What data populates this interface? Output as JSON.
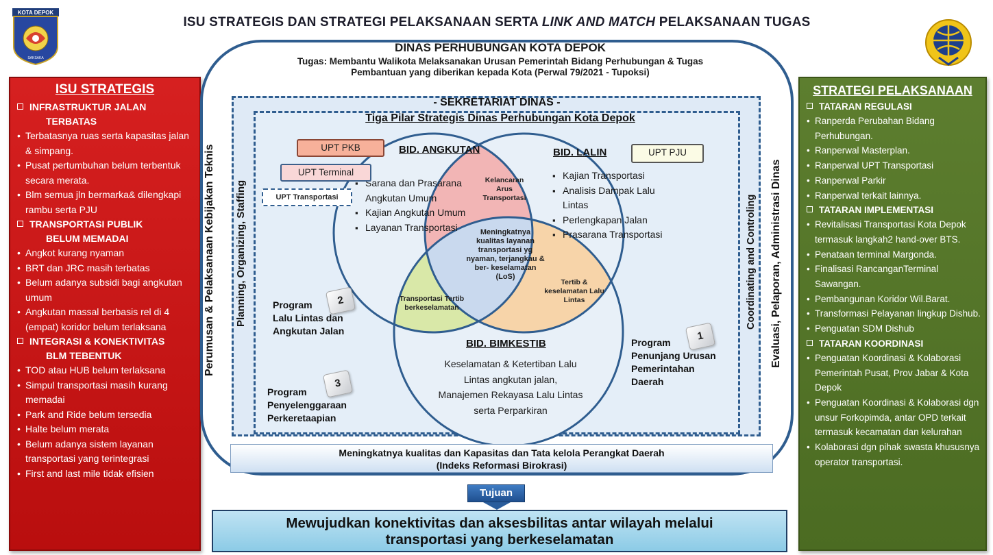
{
  "header": {
    "title_part1": "ISU STRATEGIS DAN STRATEGI PELAKSANAAN SERTA ",
    "title_italic": "LINK AND MATCH",
    "title_part2": " PELAKSANAAN TUGAS",
    "logo_left_text": "KOTA DEPOK",
    "logo_left_motto": "SAKSAKA"
  },
  "isu": {
    "title": "ISU STRATEGIS",
    "sections": [
      {
        "head": "INFRASTRUKTUR JALAN",
        "head2": "TERBATAS",
        "items": [
          "Terbatasnya ruas serta kapasitas jalan & simpang.",
          "Pusat pertumbuhan belum terbentuk secara merata.",
          "Blm semua jln bermarka& dilengkapi rambu serta PJU"
        ]
      },
      {
        "head": "TRANSPORTASI PUBLIK",
        "head2": "BELUM MEMADAI",
        "items": [
          "Angkot kurang nyaman",
          "BRT dan JRC masih terbatas",
          "Belum adanya subsidi bagi angkutan umum",
          "Angkutan massal berbasis rel di 4 (empat) koridor belum terlaksana"
        ]
      },
      {
        "head": "INTEGRASI & KONEKTIVITAS",
        "head2": "BLM TEBENTUK",
        "items": [
          "TOD atau HUB belum terlaksana",
          "Simpul transportasi masih kurang memadai",
          "Park and Ride belum tersedia",
          "Halte belum merata",
          "Belum adanya sistem layanan transportasi yang terintegrasi",
          "First and last mile tidak efisien"
        ]
      }
    ]
  },
  "strategi": {
    "title": "STRATEGI PELAKSANAAN",
    "sections": [
      {
        "head": "TATARAN REGULASI",
        "items": [
          "Ranperda Perubahan Bidang Perhubungan.",
          "Ranperwal Masterplan.",
          "Ranperwal UPT Transportasi",
          "Ranperwal Parkir",
          "Ranperwal terkait lainnya."
        ]
      },
      {
        "head": "TATARAN IMPLEMENTASI",
        "items": [
          "Revitalisasi Transportasi Kota Depok termasuk langkah2 hand-over BTS.",
          "Penataan terminal Margonda.",
          "Finalisasi RancanganTerminal Sawangan.",
          "Pembangunan Koridor Wil.Barat.",
          "Transformasi Pelayanan lingkup Dishub.",
          "Penguatan SDM Dishub"
        ]
      },
      {
        "head": "TATARAN KOORDINASI",
        "items": [
          "Penguatan Koordinasi & Kolaborasi Pemerintah Pusat, Prov Jabar & Kota Depok",
          "Penguatan Koordinasi & Kolaborasi dgn unsur Forkopimda, antar OPD terkait termasuk kecamatan dan kelurahan",
          "Kolaborasi dgn pihak swasta khususnya operator transportasi."
        ]
      }
    ]
  },
  "dinas": {
    "title": "DINAS PERHUBUNGAN KOTA DEPOK",
    "task_line1": "Tugas: Membantu Walikota Melaksanakan Urusan Pemerintah Bidang Perhubungan & Tugas",
    "task_line2": "Pembantuan  yang diberikan kepada Kota (Perwal 79/2021 - Tupoksi)",
    "vert_left_outer": "Perumusan & Pelaksanaan Kebijakan Teknis",
    "vert_left_inner": "Planning, Organizing, Staffing",
    "vert_right_inner": "Coordinating and Controling",
    "vert_right_outer": "Evaluasi, Pelaporan, Administrasi Dinas",
    "sekretariat": "- SEKRETARIAT DINAS -",
    "pilar_title": "Tiga Pilar Strategis Dinas Perhubungan Kota Depok"
  },
  "venn": {
    "angkutan": {
      "head": "BID. ANGKUTAN",
      "items": [
        "Sarana dan Prasarana Angkutan Umum",
        "Kajian Angkutan Umum",
        "Layanan Transportasi"
      ]
    },
    "lalin": {
      "head": "BID. LALIN",
      "items": [
        "Kajian Transportasi",
        "Analisis Dampak Lalu Lintas",
        "Perlengkapan Jalan",
        "Prasarana Transportasi"
      ]
    },
    "bimkestib": {
      "head": "BID. BIMKESTIB",
      "line1": "Keselamatan & Ketertiban Lalu",
      "line2": "Lintas angkutan jalan,",
      "line3": "Manajemen Rekayasa Lalu Lintas",
      "line4": "serta Perparkiran"
    },
    "top_overlap": "Kelancaran Arus Transportasi",
    "left_overlap": "Transportasi  Tertib berkeselamatan",
    "right_overlap": "Tertib & keselamatan Lalu Lintas",
    "center": "Meningkatnya kualitas layanan transportasi yg nyaman, terjangkau & ber- keselamatan (LoS)",
    "colors": {
      "top": "#f2b5b5",
      "left": "#d9e8a8",
      "right": "#f7d4a9",
      "center": "#c9d9ee",
      "stroke": "#2f5d8f"
    }
  },
  "upt": {
    "pkb": "UPT PKB",
    "terminal": "UPT Terminal",
    "transportasi": "UPT Transportasi",
    "pju": "UPT PJU"
  },
  "programs": {
    "p1": {
      "number": "1",
      "line1": "Program",
      "line2": "Penunjang Urusan",
      "line3": "Pemerintahan",
      "line4": "Daerah"
    },
    "p2": {
      "number": "2",
      "line1": "Program",
      "line2": "Lalu Lintas dan",
      "line3": "Angkutan Jalan"
    },
    "p3": {
      "number": "3",
      "line1": "Program",
      "line2": "Penyelenggaraan",
      "line3": "Perkeretaapian"
    }
  },
  "bottom": {
    "kualitas_line1": "Meningkatnya kualitas dan Kapasitas dan Tata kelola Perangkat Daerah",
    "kualitas_line2": "(Indeks Reformasi Birokrasi)",
    "tujuan": "Tujuan",
    "goal_line1": "Mewujudkan konektivitas dan aksesbilitas antar wilayah melalui",
    "goal_line2": "transportasi yang berkeselamatan"
  }
}
